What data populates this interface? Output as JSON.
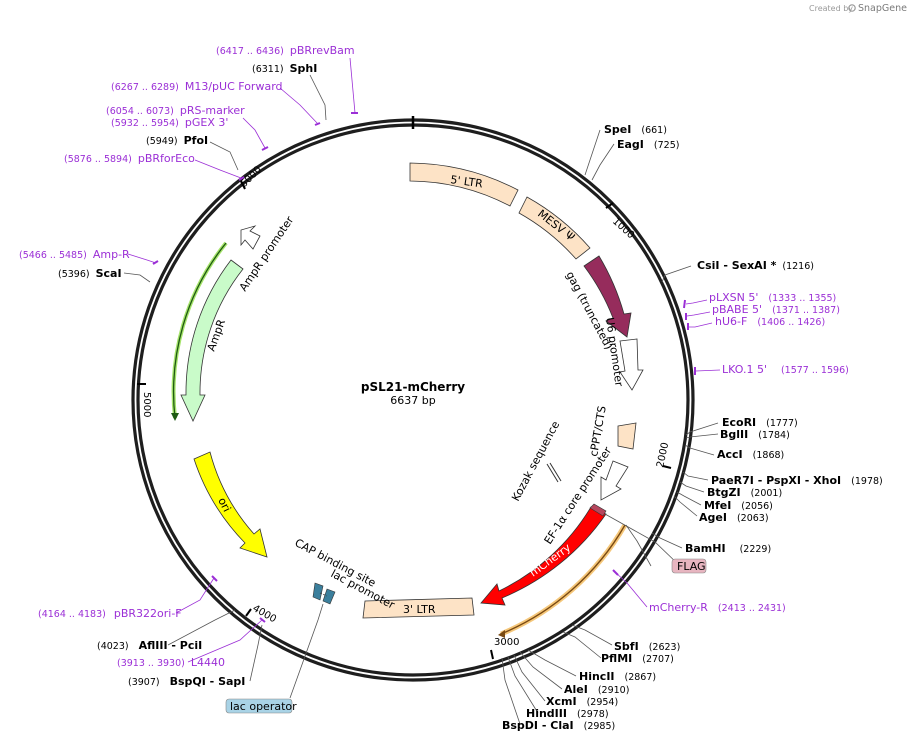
{
  "credit": {
    "prefix": "Created by",
    "brand": "SnapGene"
  },
  "plasmid": {
    "name": "pSL21-mCherry",
    "length_label": "6637 bp"
  },
  "ticks": [
    "1000",
    "2000",
    "3000",
    "4000",
    "5000",
    "6000"
  ],
  "features": {
    "ltr5": "5' LTR",
    "mesv": "MESV Ψ",
    "gag": "gag (truncated)",
    "u6": "U6 promoter",
    "cppt": "cPPT/CTS",
    "kozak": "Kozak sequence",
    "ef1a": "EF-1α core promoter",
    "mcherry": "mCherry",
    "ltr3": "3' LTR",
    "cap": "CAP binding site",
    "lacp": "lac promoter",
    "ori": "ori",
    "ampr": "AmpR",
    "amprp": "AmpR promoter",
    "flag": "FLAG",
    "lacop": "lac operator"
  },
  "enzymes": [
    {
      "key": "sphi",
      "name": "SphI",
      "pos": "(6311)"
    },
    {
      "key": "pfoi",
      "name": "PfoI",
      "pos": "(5949)"
    },
    {
      "key": "scai",
      "name": "ScaI",
      "pos": "(5396)"
    },
    {
      "key": "spei",
      "name": "SpeI",
      "pos": "(661)"
    },
    {
      "key": "eagi",
      "name": "EagI",
      "pos": "(725)"
    },
    {
      "key": "csii",
      "name": "CsiI  - SexAI *",
      "pos": "(1216)"
    },
    {
      "key": "ecori",
      "name": "EcoRI",
      "pos": "(1777)"
    },
    {
      "key": "bglii",
      "name": "BglII",
      "pos": "(1784)"
    },
    {
      "key": "acci",
      "name": "AccI",
      "pos": "(1868)"
    },
    {
      "key": "paer7i",
      "name": "PaeR7I  - PspXI  - XhoI",
      "pos": "(1978)"
    },
    {
      "key": "btgzi",
      "name": "BtgZI",
      "pos": "(2001)"
    },
    {
      "key": "mfei",
      "name": "MfeI",
      "pos": "(2056)"
    },
    {
      "key": "agei",
      "name": "AgeI",
      "pos": "(2063)"
    },
    {
      "key": "bamhi",
      "name": "BamHI",
      "pos": "(2229)"
    },
    {
      "key": "sbfi",
      "name": "SbfI",
      "pos": "(2623)"
    },
    {
      "key": "pflmi",
      "name": "PflMI",
      "pos": "(2707)"
    },
    {
      "key": "hincii",
      "name": "HincII",
      "pos": "(2867)"
    },
    {
      "key": "alei",
      "name": "AleI",
      "pos": "(2910)"
    },
    {
      "key": "xcmi",
      "name": "XcmI",
      "pos": "(2954)"
    },
    {
      "key": "hindiii",
      "name": "HindIII",
      "pos": "(2978)"
    },
    {
      "key": "bspdi",
      "name": "BspDI  - ClaI",
      "pos": "(2985)"
    },
    {
      "key": "aflIII",
      "name": "AflIII  - PciI",
      "pos": "(4023)"
    },
    {
      "key": "bspqi",
      "name": "BspQI  - SapI",
      "pos": "(3907)"
    }
  ],
  "primers": [
    {
      "key": "pbrrevbam",
      "name": "pBRrevBam",
      "pos": "(6417 .. 6436)"
    },
    {
      "key": "m13",
      "name": "M13/pUC Forward",
      "pos": "(6267 .. 6289)"
    },
    {
      "key": "prs",
      "name": "pRS-marker",
      "pos": "(6054 .. 6073)"
    },
    {
      "key": "pgex",
      "name": "pGEX 3'",
      "pos": "(5932 .. 5954)"
    },
    {
      "key": "pbrforeco",
      "name": "pBRforEco",
      "pos": "(5876 .. 5894)"
    },
    {
      "key": "ampr_p",
      "name": "Amp-R",
      "pos": "(5466 .. 5485)"
    },
    {
      "key": "plxsn",
      "name": "pLXSN 5'",
      "pos": "(1333 .. 1355)"
    },
    {
      "key": "pbabe",
      "name": "pBABE 5'",
      "pos": "(1371 .. 1387)"
    },
    {
      "key": "hu6f",
      "name": "hU6-F",
      "pos": "(1406 .. 1426)"
    },
    {
      "key": "lko",
      "name": "LKO.1 5'",
      "pos": "(1577 .. 1596)"
    },
    {
      "key": "mcherryr",
      "name": "mCherry-R",
      "pos": "(2413 .. 2431)"
    },
    {
      "key": "pbr322",
      "name": "pBR322ori-F",
      "pos": "(4164 .. 4183)"
    },
    {
      "key": "l4440",
      "name": "L4440",
      "pos": "(3913 .. 3930)"
    }
  ],
  "colors": {
    "ltr": "#fde3c6",
    "mesv": "#fde3c6",
    "gag": "#962c5c",
    "u6": "#ffffff",
    "cppt": "#fde3c6",
    "ef1a": "#ffffff",
    "mcherry": "#ff0000",
    "ori": "#ffff00",
    "ampr": "#c9fbc9",
    "lac": "#3b7f9c",
    "primer": "#9b2fd6",
    "flag_box": "#e7b5c0",
    "lacop_box": "#a9d3e6"
  }
}
